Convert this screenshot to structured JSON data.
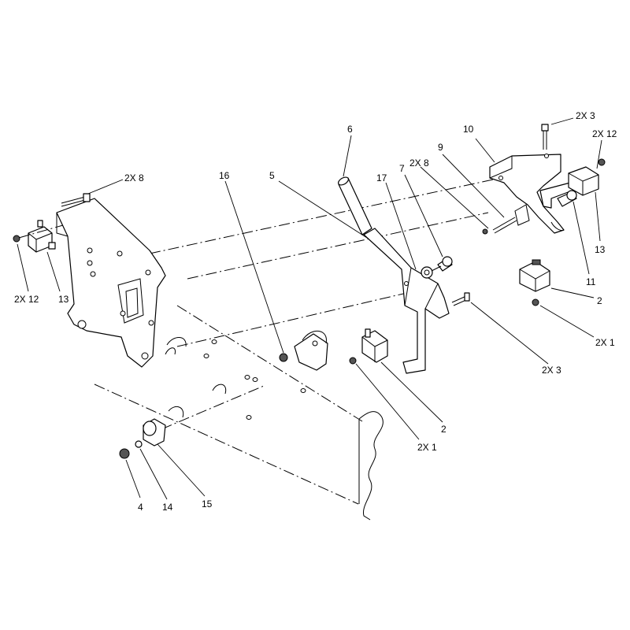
{
  "callouts": {
    "c_2x3_top": "2X 3",
    "c_10": "10",
    "c_2x12_right": "2X 12",
    "c_6": "6",
    "c_9": "9",
    "c_2x8_mid": "2X 8",
    "c_17": "17",
    "c_7": "7",
    "c_5": "5",
    "c_16": "16",
    "c_2x8_left": "2X 8",
    "c_2x12_left": "2X 12",
    "c_13_left": "13",
    "c_13_right": "13",
    "c_11": "11",
    "c_2_right": "2",
    "c_2x1_right": "2X 1",
    "c_2x3_mid": "2X 3",
    "c_2_mid": "2",
    "c_2x1_mid": "2X 1",
    "c_4": "4",
    "c_14": "14",
    "c_15": "15"
  }
}
